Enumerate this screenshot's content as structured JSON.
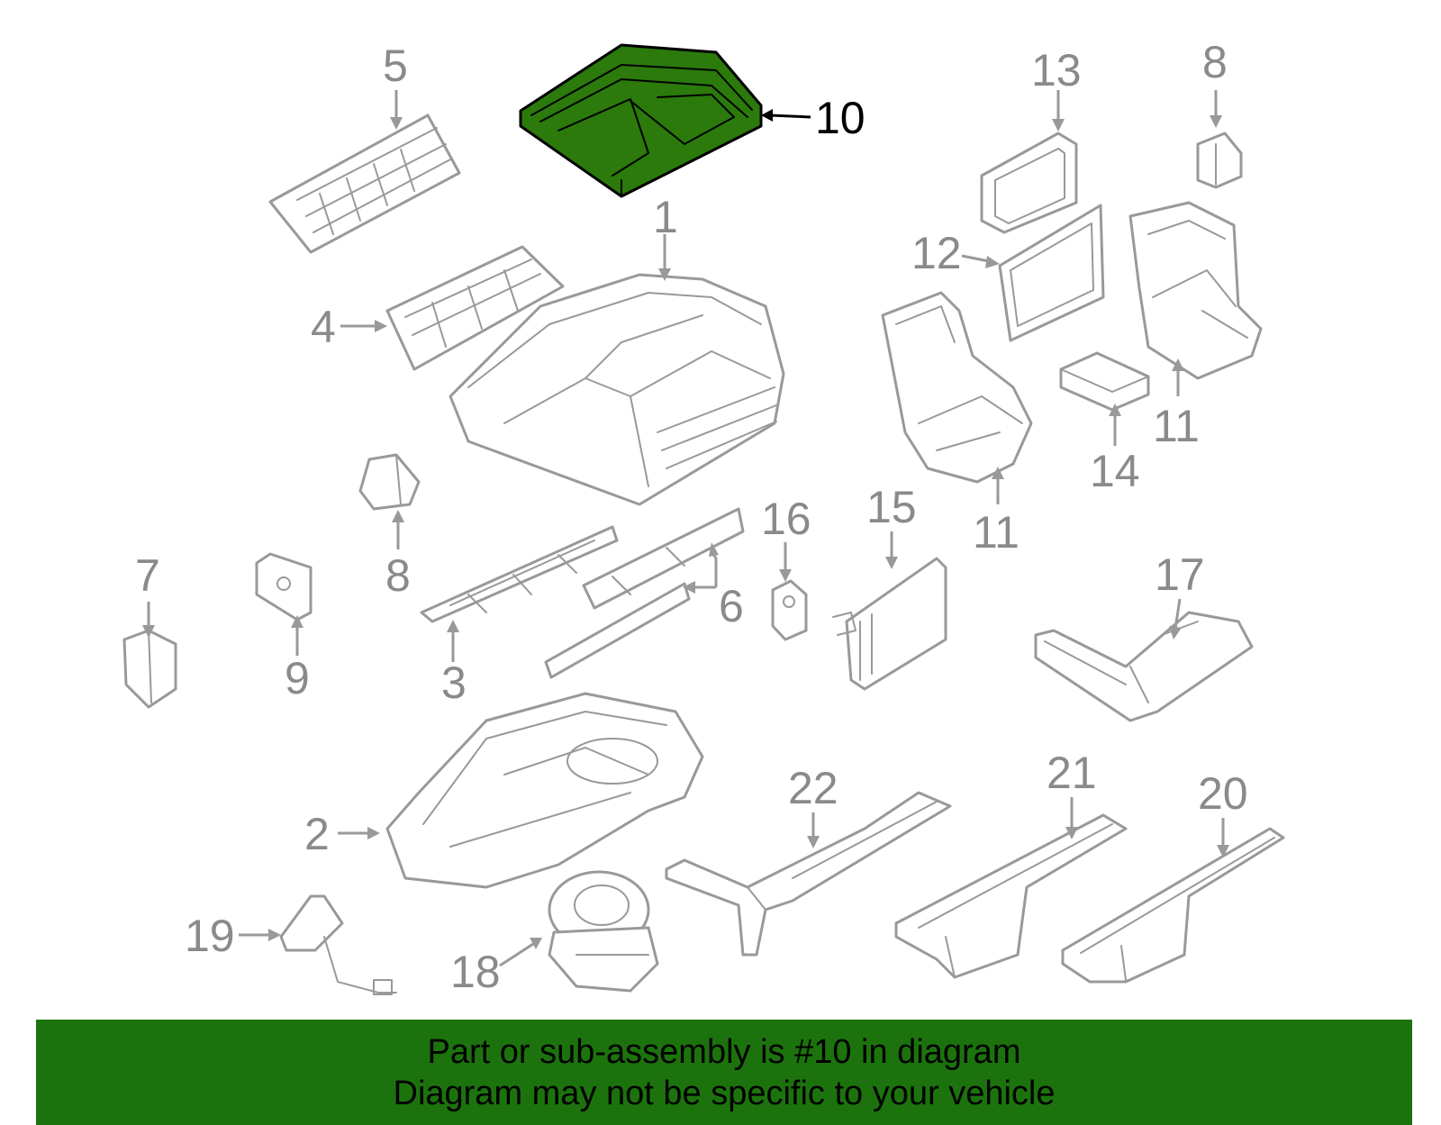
{
  "highlight": {
    "callout": "10",
    "color": "#2b7a0b"
  },
  "callouts": {
    "c1": "1",
    "c2": "2",
    "c3": "3",
    "c4": "4",
    "c5": "5",
    "c6": "6",
    "c7": "7",
    "c8a": "8",
    "c8b": "8",
    "c9": "9",
    "c10": "10",
    "c11a": "11",
    "c11b": "11",
    "c12": "12",
    "c13": "13",
    "c14": "14",
    "c15": "15",
    "c16": "16",
    "c17": "17",
    "c18": "18",
    "c19": "19",
    "c20": "20",
    "c21": "21",
    "c22": "22"
  },
  "banner": {
    "background": "#1c730d",
    "line1": "Part or sub-assembly is #10 in diagram",
    "line2": "Diagram may not be specific to your vehicle"
  }
}
